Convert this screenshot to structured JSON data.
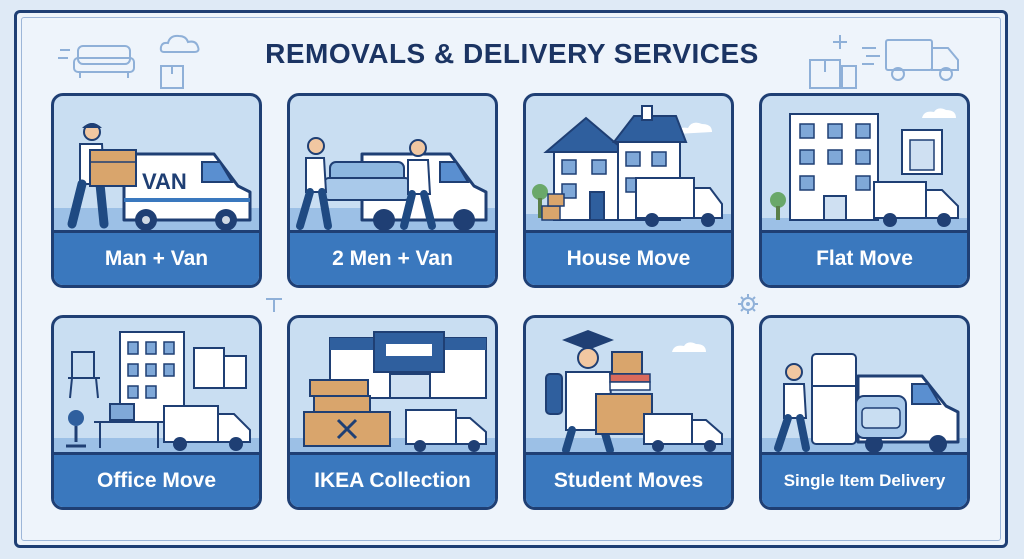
{
  "title": "REMOVALS & DELIVERY SERVICES",
  "colors": {
    "navy": "#1f3f74",
    "accent_blue": "#3a78be",
    "card_bg": "#c9def2",
    "page_bg": "#eef4fb"
  },
  "services": [
    {
      "label": "Man + Van",
      "icon": "van-with-mover-icon",
      "van_text": "VAN"
    },
    {
      "label": "2 Men + Van",
      "icon": "two-movers-sofa-icon"
    },
    {
      "label": "House Move",
      "icon": "house-with-truck-icon"
    },
    {
      "label": "Flat Move",
      "icon": "apartment-with-truck-icon"
    },
    {
      "label": "Office Move",
      "icon": "office-with-van-icon"
    },
    {
      "label": "IKEA Collection",
      "icon": "store-with-boxes-icon"
    },
    {
      "label": "Student Moves",
      "icon": "student-with-boxes-icon"
    },
    {
      "label": "Single Item Delivery",
      "icon": "fridge-armchair-van-icon"
    }
  ]
}
